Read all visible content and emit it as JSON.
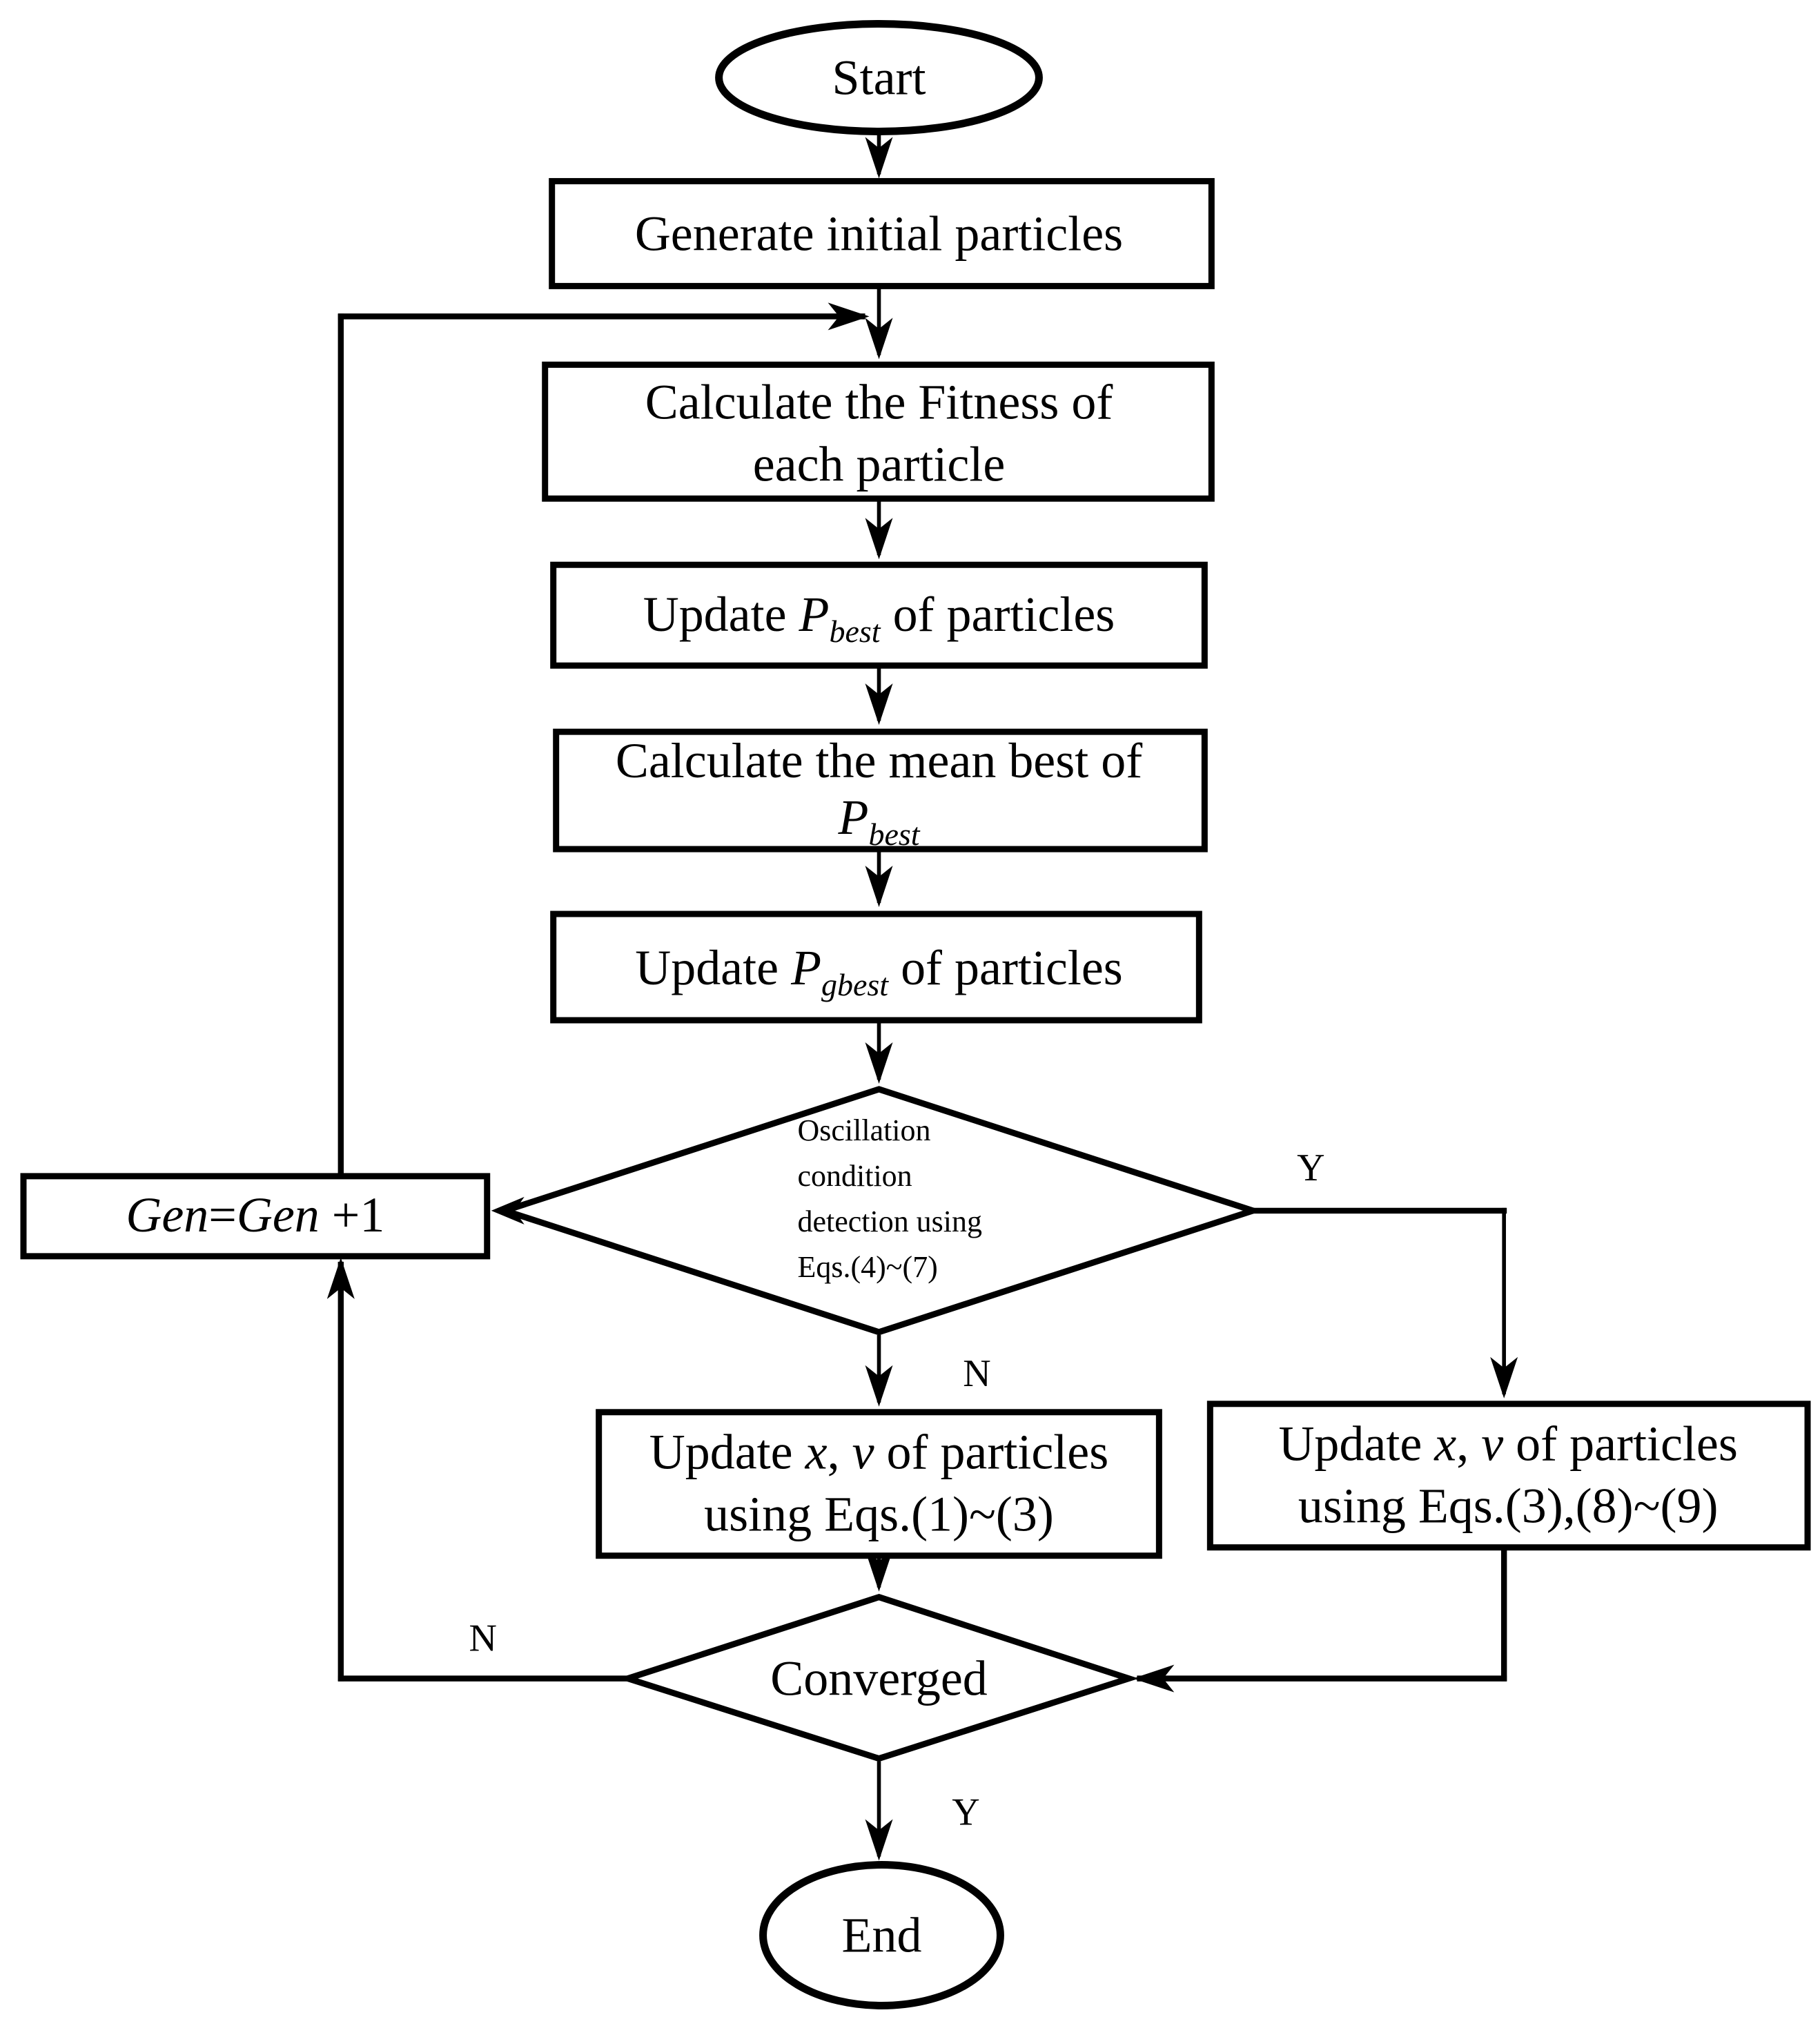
{
  "figure": {
    "background": "#ffffff",
    "line_color": "#000000"
  },
  "nodes": {
    "start": {
      "label": "Start"
    },
    "generate": {
      "label": "Generate initial particles"
    },
    "calc_fitness": {
      "line1": "Calculate the Fitness of",
      "line2": "each particle"
    },
    "update_pbest": {
      "pre": "Update ",
      "sym": "P",
      "sub": "best",
      "post": " of particles"
    },
    "calc_mean_best": {
      "line1": "Calculate the mean best of",
      "sym": "P",
      "sub": "best"
    },
    "update_pgbest": {
      "pre": "Update ",
      "sym": "P",
      "sub": "gbest",
      "post": " of particles"
    },
    "oscillation": {
      "line1": "Oscillation",
      "line2": "condition",
      "line3": "detection using",
      "line4": "Eqs.(4)~(7)"
    },
    "gen_increment": {
      "g1": "Gen",
      "eq": "=",
      "g2": "Gen",
      "plus": " +1"
    },
    "update_normal": {
      "pre": "Update ",
      "x": "x",
      "sep": ", ",
      "v": "v",
      "post": " of particles",
      "line2": "using Eqs.(1)~(3)"
    },
    "update_oscillation": {
      "pre": "Update ",
      "x": "x",
      "sep": ", ",
      "v": "v",
      "post": " of particles",
      "line2": "using Eqs.(3),(8)~(9)"
    },
    "converged": {
      "label": "Converged"
    },
    "end": {
      "label": "End"
    }
  },
  "edge_labels": {
    "oscillation_yes": "Y",
    "oscillation_no": "N",
    "converged_no": "N",
    "converged_yes": "Y"
  }
}
